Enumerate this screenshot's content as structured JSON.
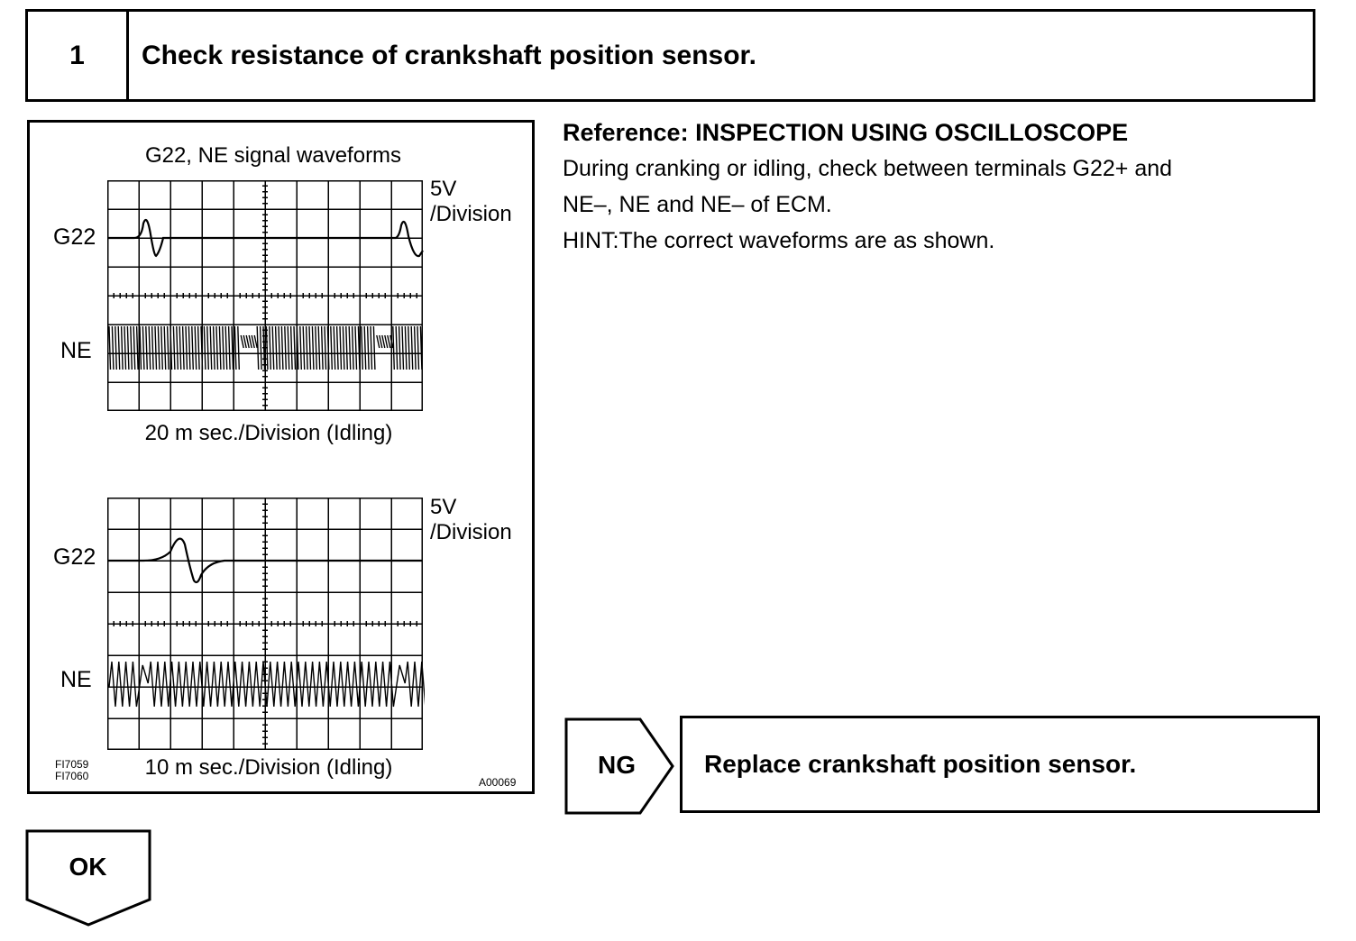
{
  "step": {
    "number": "1",
    "title": "Check resistance of crankshaft position sensor."
  },
  "figure": {
    "title": "G22, NE signal waveforms",
    "scope1": {
      "g22_label": "G22",
      "ne_label": "NE",
      "volt_line1": "5V",
      "volt_line2": "/Division",
      "caption": "20 m sec./Division (Idling)"
    },
    "scope2": {
      "g22_label": "G22",
      "ne_label": "NE",
      "volt_line1": "5V",
      "volt_line2": "/Division",
      "caption": "10 m sec./Division (Idling)"
    },
    "code1": "FI7059",
    "code2": "FI7060",
    "ref_code": "A00069"
  },
  "reference": {
    "heading": "Reference:  INSPECTION USING OSCILLOSCOPE",
    "line1": "During cranking or idling, check between terminals G22+ and",
    "line2": "NE–, NE and NE– of ECM.",
    "hint": "HINT:The correct waveforms are as shown."
  },
  "ng": {
    "label": "NG",
    "action": "Replace crankshaft position sensor."
  },
  "ok": {
    "label": "OK"
  }
}
